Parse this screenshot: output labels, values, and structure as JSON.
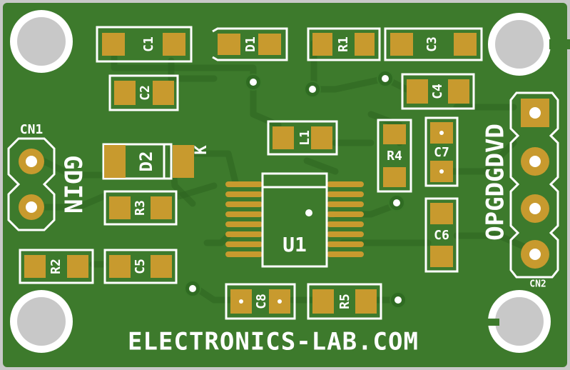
{
  "board": {
    "footer_text": "ELECTRONICS-LAB.COM",
    "colors": {
      "soldermask": "#3d7a2c",
      "pad": "#c89a2e",
      "silkscreen": "#ffffff",
      "hole": "#c8c8c8"
    }
  },
  "components": {
    "c1": "C1",
    "d1": "D1",
    "r1": "R1",
    "c3": "C3",
    "c2": "C2",
    "c4": "C4",
    "l1": "L1",
    "d2": "D2",
    "d2_k": "K",
    "r4": "R4",
    "c7": "C7",
    "r3": "R3",
    "u1": "U1",
    "c6": "C6",
    "r2": "R2",
    "c5": "C5",
    "c8": "C8",
    "r5": "R5"
  },
  "connectors": {
    "cn1": "CN1",
    "cn1_pin_labels": "GDIN",
    "cn2": "CN2",
    "cn2_pin_labels": "OPGDGDVD"
  }
}
